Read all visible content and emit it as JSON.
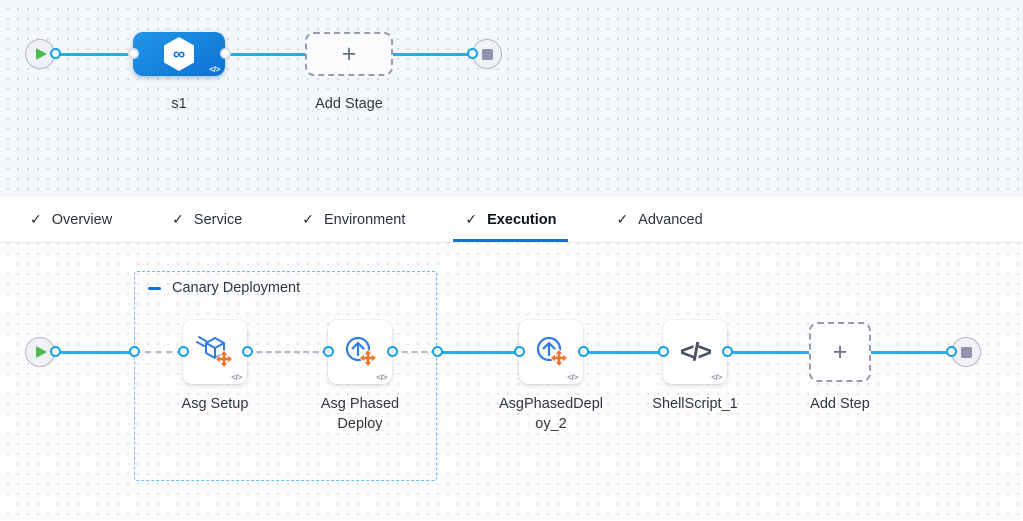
{
  "stage_graph": {
    "stage_label": "s1",
    "add_stage_label": "Add Stage"
  },
  "tabs": {
    "items": [
      {
        "label": "Overview",
        "active": false
      },
      {
        "label": "Service",
        "active": false
      },
      {
        "label": "Environment",
        "active": false
      },
      {
        "label": "Execution",
        "active": true
      },
      {
        "label": "Advanced",
        "active": false
      }
    ]
  },
  "execution": {
    "group_label": "Canary Deployment",
    "steps": [
      {
        "label": "Asg Setup",
        "icon": "asg-setup-icon"
      },
      {
        "label": "Asg Phased Deploy",
        "icon": "asg-phased-deploy-icon"
      },
      {
        "label": "AsgPhasedDeploy_2",
        "icon": "asg-phased-deploy-icon"
      },
      {
        "label": "ShellScript_1",
        "icon": "shell-script-icon"
      }
    ],
    "add_step_label": "Add Step"
  },
  "icons": {
    "check": "✓",
    "plus": "+",
    "infinity": "∞",
    "code": "</>"
  },
  "colors": {
    "edge_blue": "#29ace9",
    "accent_blue": "#0b74d6",
    "tab_underline": "#1373ce",
    "step_orange": "#f2762a",
    "play_green": "#4dbb53"
  }
}
